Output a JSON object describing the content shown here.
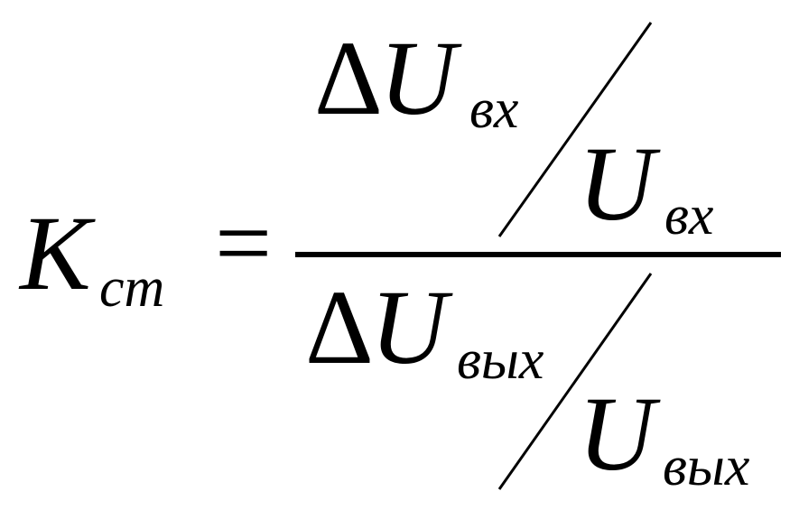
{
  "formula": {
    "lhs": {
      "symbol": "K",
      "subscript": "ст"
    },
    "equals": "=",
    "numerator": {
      "delta": "Δ",
      "symbol": "U",
      "subscript": "вх",
      "denominator_symbol": "U",
      "denominator_subscript": "вх"
    },
    "denominator": {
      "delta": "Δ",
      "symbol": "U",
      "subscript": "вых",
      "denominator_symbol": "U",
      "denominator_subscript": "вых"
    }
  },
  "colors": {
    "ink": "#000000",
    "background": "#ffffff"
  }
}
